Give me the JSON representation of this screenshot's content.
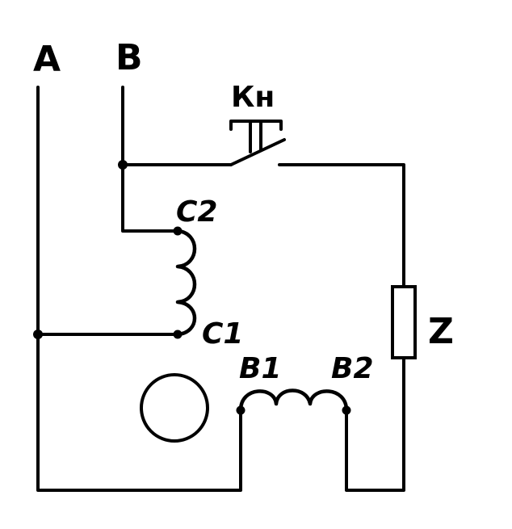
{
  "diagram": {
    "labels": {
      "terminal_a": "A",
      "terminal_b": "B",
      "button": "Кн",
      "winding_start_c": "C1",
      "winding_end_c": "C2",
      "winding_start_b": "B1",
      "winding_end_b": "B2",
      "impedance": "Z"
    },
    "colors": {
      "ink": "#000000",
      "paper": "#ffffff"
    }
  }
}
